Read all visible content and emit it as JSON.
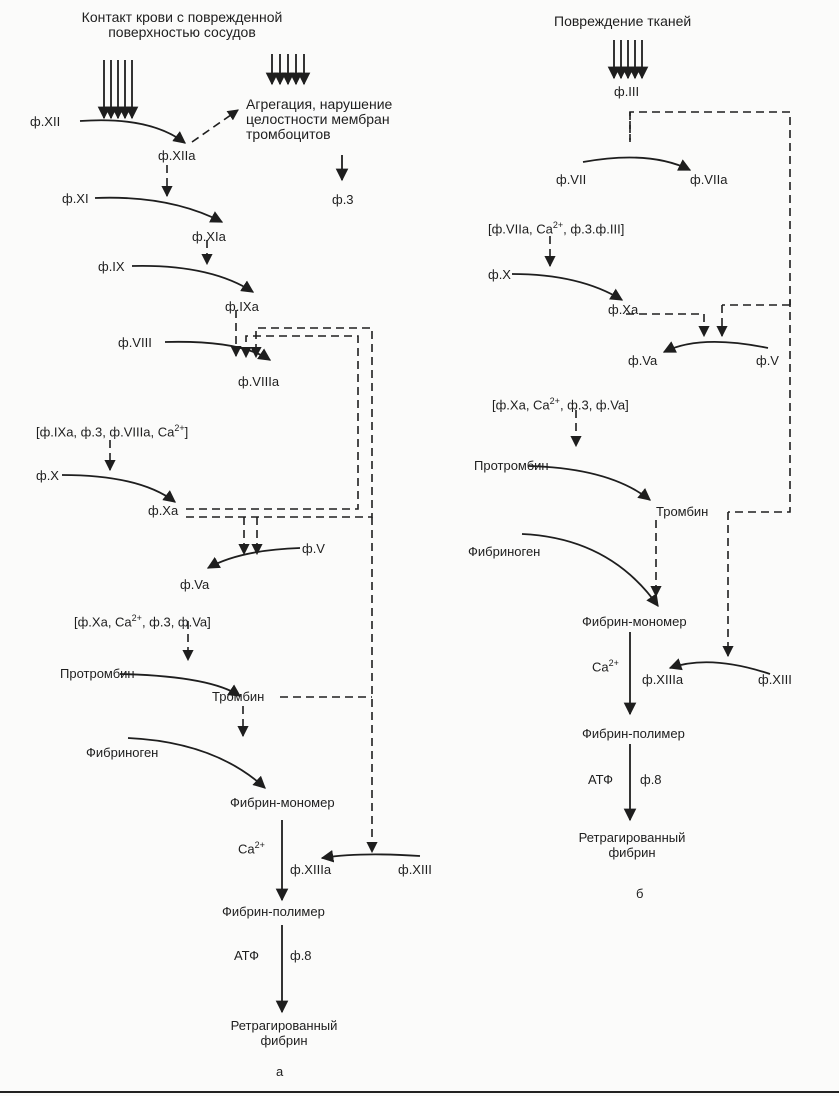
{
  "a": {
    "header_contact": "Контакт крови с поврежденной поверхностью сосудов",
    "aggregation": "Агрегация, нарушение целостности мембран тромбоцитов",
    "f3": "ф.3",
    "f12": "ф.XII",
    "f12a": "ф.XIIa",
    "f11": "ф.XI",
    "f11a": "ф.XIa",
    "f9": "ф.IX",
    "f9a": "ф.IXa",
    "f8": "ф.VIII",
    "f8a": "ф.VIIIa",
    "tenase": "[ф.IXa, ф.3, ф.VIIIa, Ca2+]",
    "f10": "ф.X",
    "f10a": "ф.Xa",
    "f5": "ф.V",
    "f5a": "ф.Va",
    "prothrombinase": "[ф.Xa, Ca2+, ф.3, ф.Va]",
    "prothrombin": "Протромбин",
    "thrombin": "Тромбин",
    "fibrinogen": "Фибриноген",
    "fibrin_monomer": "Фибрин-мономер",
    "ca": "Ca2+",
    "f13a": "ф.XIIIa",
    "f13": "ф.XIII",
    "fibrin_polymer": "Фибрин-полимер",
    "atp": "АТФ",
    "f8_platelet": "ф.8",
    "retracted": "Ретрагированный фибрин",
    "caption": "а"
  },
  "b": {
    "header_tissue": "Повреждение тканей",
    "f3": "ф.III",
    "f7": "ф.VII",
    "f7a": "ф.VIIa",
    "complex": "[ф.VIIa, Ca2+, ф.3.ф.III]",
    "f10": "ф.X",
    "f10a": "ф.Xa",
    "f5a": "ф.Va",
    "f5": "ф.V",
    "prothrombinase": "[ф.Xa, Ca2+, ф.3, ф.Va]",
    "prothrombin": "Протромбин",
    "thrombin": "Тромбин",
    "fibrinogen": "Фибриноген",
    "fibrin_monomer": "Фибрин-мономер",
    "ca": "Ca2+",
    "f13a": "ф.XIIIa",
    "f13": "ф.XIII",
    "fibrin_polymer": "Фибрин-полимер",
    "atp": "АТФ",
    "f8_platelet": "ф.8",
    "retracted": "Ретрагированный фибрин",
    "caption": "б"
  }
}
